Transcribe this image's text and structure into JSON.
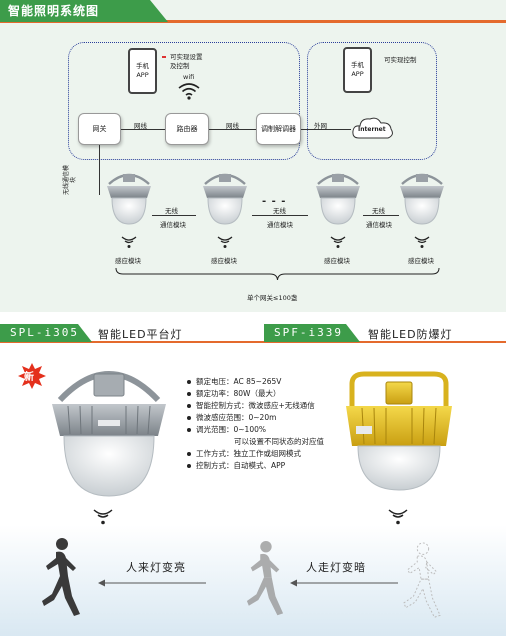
{
  "header": {
    "title": "智能照明系统图"
  },
  "diagram": {
    "phone_left": {
      "label": "手机APP",
      "note_line1": "可实现设置",
      "note_line2": "及控制",
      "wifi_label": "wifi"
    },
    "phone_right": {
      "label": "手机APP",
      "note": "可实现控制"
    },
    "gateway": "网关",
    "router": "路由器",
    "modem": "调制解调器",
    "internet": "Internet",
    "link_wire_1": "网线",
    "link_wire_2": "网线",
    "link_external": "外网",
    "wireless_vertical": "无线通信模块",
    "wireless_links": [
      {
        "line1": "无线",
        "line2": "通信模块"
      },
      {
        "line1": "无线",
        "line2": "通信模块"
      },
      {
        "line1": "无线",
        "line2": "通信模块"
      }
    ],
    "ellipsis": "- - -",
    "sensor_label": "感应模块",
    "sensors": [
      "感应模块",
      "感应模块",
      "感应模块",
      "感应模块"
    ],
    "capacity": "单个网关≤100盏"
  },
  "products": [
    {
      "model": "SPL-i305",
      "name": "智能LED平台灯",
      "color": "#3d9c4a"
    },
    {
      "model": "SPF-i339",
      "name": "智能LED防爆灯",
      "color": "#3d9c4a"
    }
  ],
  "badge": "新",
  "specs": [
    {
      "text": "额定电压：AC 85~265V",
      "bullet": true
    },
    {
      "text": "额定功率：80W（最大）",
      "bullet": true
    },
    {
      "text": "智能控制方式：微波感应+无线通信",
      "bullet": true
    },
    {
      "text": "微波感应范围：0~20m",
      "bullet": true
    },
    {
      "text": "调光范围：0~100%",
      "bullet": true
    },
    {
      "text": "可以设置不同状态的对应值",
      "bullet": false
    },
    {
      "text": "工作方式：独立工作或组网模式",
      "bullet": true
    },
    {
      "text": "控制方式：自动模式、APP",
      "bullet": true
    }
  ],
  "behavior": {
    "come": "人来灯变亮",
    "go": "人走灯变暗"
  },
  "colors": {
    "green": "#3d9c4a",
    "orange": "#e46a2d",
    "navy": "#2a3e9a",
    "gray_lamp": "#9aa0a6",
    "yellow_lamp": "#e6c12a"
  }
}
